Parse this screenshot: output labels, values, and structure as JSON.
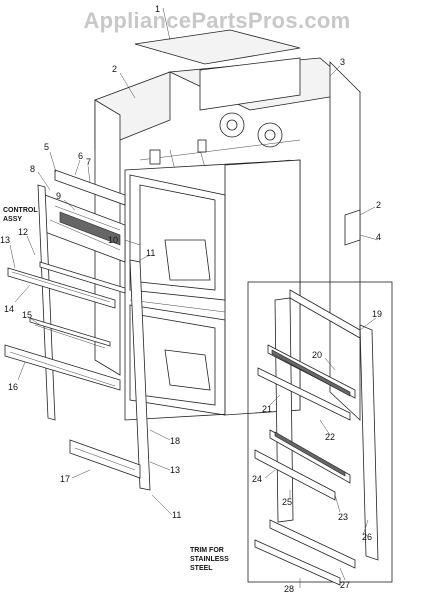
{
  "watermark": "AppliancePartsPros.com",
  "notes": {
    "control_assy_line1": "CONTROL",
    "control_assy_line2": "ASSY",
    "trim_line1": "TRIM FOR",
    "trim_line2": "STAINLESS",
    "trim_line3": "STEEL"
  },
  "callouts": [
    "1",
    "2",
    "3",
    "2",
    "4",
    "5",
    "6",
    "7",
    "8",
    "9",
    "10",
    "11",
    "12",
    "13",
    "14",
    "15",
    "16",
    "17",
    "18",
    "13",
    "11",
    "19",
    "20",
    "21",
    "22",
    "23",
    "24",
    "25",
    "26",
    "27",
    "28"
  ]
}
